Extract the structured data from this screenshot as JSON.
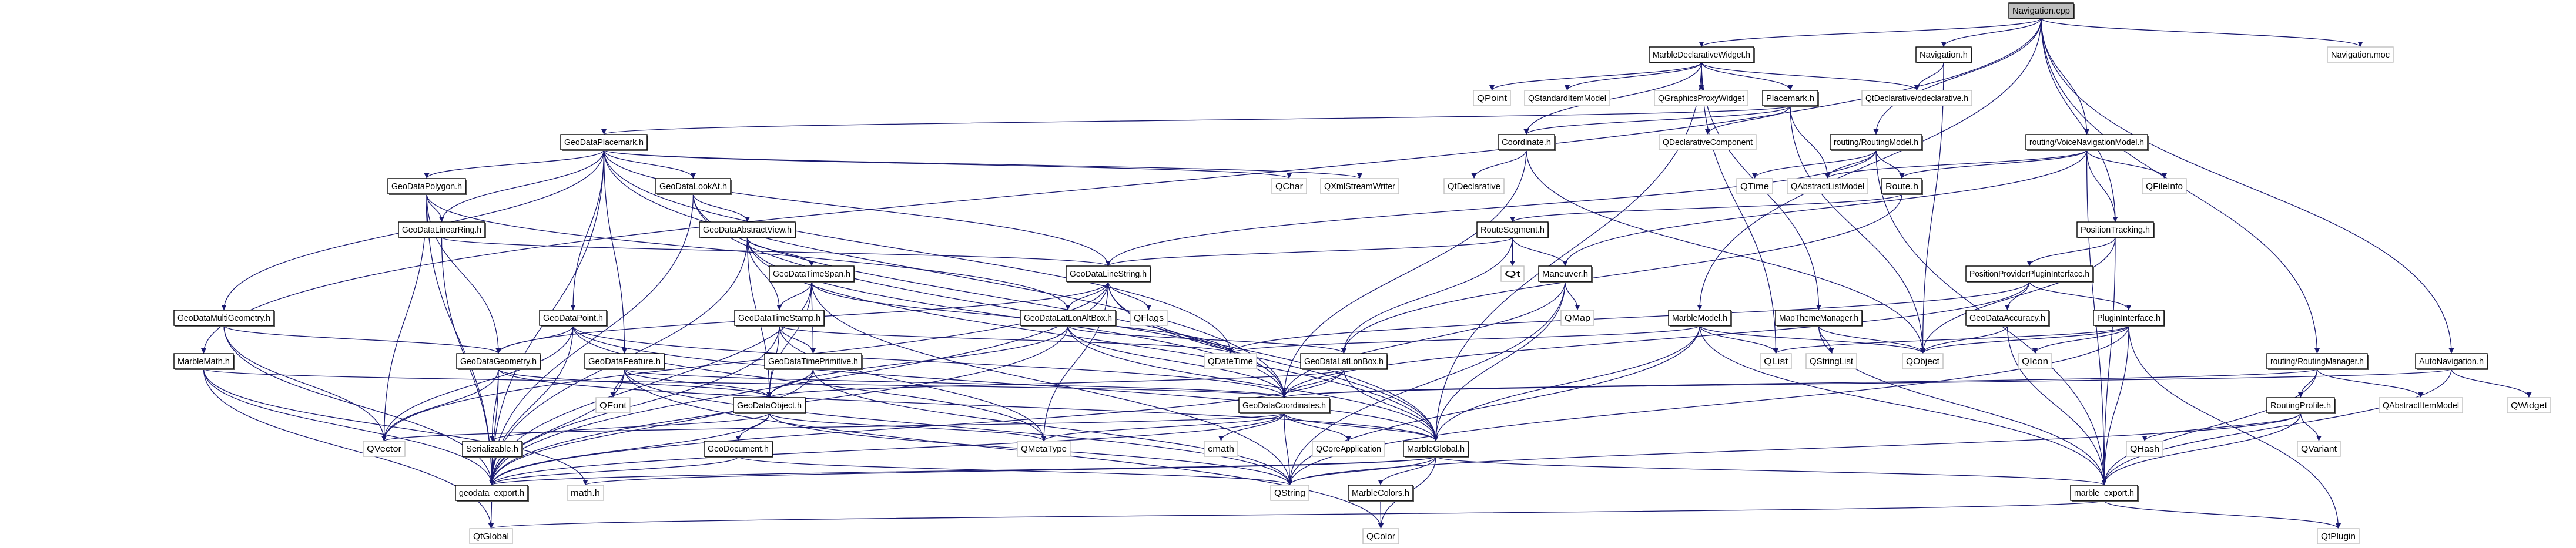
{
  "graph": {
    "root": "Navigation.cpp",
    "edge_color": "#191970",
    "root_fill": "#bfbfbf",
    "external_border": "#bfbfbf",
    "nodes": [
      {
        "label": "Navigation.cpp",
        "kind": "root"
      },
      {
        "label": "MarbleDeclarativeWidget.h",
        "kind": "header"
      },
      {
        "label": "Navigation.h",
        "kind": "header"
      },
      {
        "label": "Navigation.moc",
        "kind": "external"
      },
      {
        "label": "QPoint",
        "kind": "external"
      },
      {
        "label": "QStandardItemModel",
        "kind": "external"
      },
      {
        "label": "QGraphicsProxyWidget",
        "kind": "external"
      },
      {
        "label": "Placemark.h",
        "kind": "header"
      },
      {
        "label": "QtDeclarative/qdeclarative.h",
        "kind": "external"
      },
      {
        "label": "GeoDataPlacemark.h",
        "kind": "header"
      },
      {
        "label": "Coordinate.h",
        "kind": "header"
      },
      {
        "label": "QDeclarativeComponent",
        "kind": "external"
      },
      {
        "label": "routing/RoutingModel.h",
        "kind": "header"
      },
      {
        "label": "routing/VoiceNavigationModel.h",
        "kind": "header"
      },
      {
        "label": "GeoDataPolygon.h",
        "kind": "header"
      },
      {
        "label": "GeoDataLookAt.h",
        "kind": "header"
      },
      {
        "label": "QChar",
        "kind": "external"
      },
      {
        "label": "QXmlStreamWriter",
        "kind": "external"
      },
      {
        "label": "QtDeclarative",
        "kind": "external"
      },
      {
        "label": "QTime",
        "kind": "external"
      },
      {
        "label": "QAbstractListModel",
        "kind": "external"
      },
      {
        "label": "Route.h",
        "kind": "header"
      },
      {
        "label": "QFileInfo",
        "kind": "external"
      },
      {
        "label": "GeoDataLinearRing.h",
        "kind": "header"
      },
      {
        "label": "GeoDataAbstractView.h",
        "kind": "header"
      },
      {
        "label": "RouteSegment.h",
        "kind": "header"
      },
      {
        "label": "PositionTracking.h",
        "kind": "header"
      },
      {
        "label": "GeoDataTimeSpan.h",
        "kind": "header"
      },
      {
        "label": "GeoDataLineString.h",
        "kind": "header"
      },
      {
        "label": "Qt",
        "kind": "external"
      },
      {
        "label": "Maneuver.h",
        "kind": "header"
      },
      {
        "label": "PositionProviderPluginInterface.h",
        "kind": "header"
      },
      {
        "label": "GeoDataMultiGeometry.h",
        "kind": "header"
      },
      {
        "label": "GeoDataPoint.h",
        "kind": "header"
      },
      {
        "label": "GeoDataTimeStamp.h",
        "kind": "header"
      },
      {
        "label": "GeoDataLatLonAltBox.h",
        "kind": "header"
      },
      {
        "label": "QFlags",
        "kind": "external"
      },
      {
        "label": "QMap",
        "kind": "external"
      },
      {
        "label": "MarbleModel.h",
        "kind": "header"
      },
      {
        "label": "MapThemeManager.h",
        "kind": "header"
      },
      {
        "label": "GeoDataAccuracy.h",
        "kind": "header"
      },
      {
        "label": "PluginInterface.h",
        "kind": "header"
      },
      {
        "label": "MarbleMath.h",
        "kind": "header"
      },
      {
        "label": "GeoDataGeometry.h",
        "kind": "header"
      },
      {
        "label": "GeoDataFeature.h",
        "kind": "header"
      },
      {
        "label": "GeoDataTimePrimitive.h",
        "kind": "header"
      },
      {
        "label": "QDateTime",
        "kind": "external"
      },
      {
        "label": "GeoDataLatLonBox.h",
        "kind": "header"
      },
      {
        "label": "QList",
        "kind": "external"
      },
      {
        "label": "QStringList",
        "kind": "external"
      },
      {
        "label": "QObject",
        "kind": "external"
      },
      {
        "label": "QIcon",
        "kind": "external"
      },
      {
        "label": "routing/RoutingManager.h",
        "kind": "header"
      },
      {
        "label": "AutoNavigation.h",
        "kind": "header"
      },
      {
        "label": "QFont",
        "kind": "external"
      },
      {
        "label": "GeoDataObject.h",
        "kind": "header"
      },
      {
        "label": "GeoDataCoordinates.h",
        "kind": "header"
      },
      {
        "label": "RoutingProfile.h",
        "kind": "header"
      },
      {
        "label": "QAbstractItemModel",
        "kind": "external"
      },
      {
        "label": "QWidget",
        "kind": "external"
      },
      {
        "label": "QVector",
        "kind": "external"
      },
      {
        "label": "Serializable.h",
        "kind": "header"
      },
      {
        "label": "GeoDocument.h",
        "kind": "header"
      },
      {
        "label": "QMetaType",
        "kind": "external"
      },
      {
        "label": "cmath",
        "kind": "external"
      },
      {
        "label": "QCoreApplication",
        "kind": "external"
      },
      {
        "label": "MarbleGlobal.h",
        "kind": "header"
      },
      {
        "label": "QHash",
        "kind": "external"
      },
      {
        "label": "QVariant",
        "kind": "external"
      },
      {
        "label": "geodata_export.h",
        "kind": "header"
      },
      {
        "label": "math.h",
        "kind": "external"
      },
      {
        "label": "QString",
        "kind": "external"
      },
      {
        "label": "MarbleColors.h",
        "kind": "header"
      },
      {
        "label": "marble_export.h",
        "kind": "header"
      },
      {
        "label": "QtGlobal",
        "kind": "external"
      },
      {
        "label": "QColor",
        "kind": "external"
      },
      {
        "label": "QtPlugin",
        "kind": "external"
      }
    ],
    "edges": [
      [
        "Navigation.cpp",
        "MarbleDeclarativeWidget.h"
      ],
      [
        "Navigation.cpp",
        "Navigation.h"
      ],
      [
        "Navigation.cpp",
        "Navigation.moc"
      ],
      [
        "Navigation.cpp",
        "routing/RoutingModel.h"
      ],
      [
        "Navigation.cpp",
        "routing/VoiceNavigationModel.h"
      ],
      [
        "Navigation.cpp",
        "PositionTracking.h"
      ],
      [
        "Navigation.cpp",
        "routing/RoutingManager.h"
      ],
      [
        "Navigation.cpp",
        "AutoNavigation.h"
      ],
      [
        "Navigation.cpp",
        "MarbleModel.h"
      ],
      [
        "Navigation.cpp",
        "MarbleMath.h"
      ],
      [
        "Navigation.h",
        "QtDeclarative/qdeclarative.h"
      ],
      [
        "Navigation.h",
        "QObject"
      ],
      [
        "MarbleDeclarativeWidget.h",
        "QPoint"
      ],
      [
        "MarbleDeclarativeWidget.h",
        "QStandardItemModel"
      ],
      [
        "MarbleDeclarativeWidget.h",
        "QGraphicsProxyWidget"
      ],
      [
        "MarbleDeclarativeWidget.h",
        "Placemark.h"
      ],
      [
        "MarbleDeclarativeWidget.h",
        "QtDeclarative/qdeclarative.h"
      ],
      [
        "MarbleDeclarativeWidget.h",
        "Coordinate.h"
      ],
      [
        "MarbleDeclarativeWidget.h",
        "QList"
      ],
      [
        "MarbleDeclarativeWidget.h",
        "MapThemeManager.h"
      ],
      [
        "MarbleDeclarativeWidget.h",
        "MarbleGlobal.h"
      ],
      [
        "Placemark.h",
        "GeoDataPlacemark.h"
      ],
      [
        "Placemark.h",
        "Coordinate.h"
      ],
      [
        "Placemark.h",
        "QDeclarativeComponent"
      ],
      [
        "Placemark.h",
        "QAbstractListModel"
      ],
      [
        "Placemark.h",
        "QObject"
      ],
      [
        "Coordinate.h",
        "QtDeclarative"
      ],
      [
        "Coordinate.h",
        "GeoDataCoordinates.h"
      ],
      [
        "Coordinate.h",
        "QObject"
      ],
      [
        "routing/RoutingModel.h",
        "QTime"
      ],
      [
        "routing/RoutingModel.h",
        "QAbstractListModel"
      ],
      [
        "routing/RoutingModel.h",
        "Route.h"
      ],
      [
        "routing/RoutingModel.h",
        "marble_export.h"
      ],
      [
        "routing/RoutingModel.h",
        "GeoDataLineString.h"
      ],
      [
        "routing/VoiceNavigationModel.h",
        "QFileInfo"
      ],
      [
        "routing/VoiceNavigationModel.h",
        "PositionTracking.h"
      ],
      [
        "routing/VoiceNavigationModel.h",
        "QAbstractListModel"
      ],
      [
        "routing/VoiceNavigationModel.h",
        "Route.h"
      ],
      [
        "routing/VoiceNavigationModel.h",
        "Maneuver.h"
      ],
      [
        "routing/VoiceNavigationModel.h",
        "marble_export.h"
      ],
      [
        "Route.h",
        "RouteSegment.h"
      ],
      [
        "Route.h",
        "GeoDataLatLonBox.h"
      ],
      [
        "RouteSegment.h",
        "Qt"
      ],
      [
        "RouteSegment.h",
        "Maneuver.h"
      ],
      [
        "RouteSegment.h",
        "GeoDataLineString.h"
      ],
      [
        "RouteSegment.h",
        "GeoDataLatLonBox.h"
      ],
      [
        "Maneuver.h",
        "QMap"
      ],
      [
        "Maneuver.h",
        "GeoDataCoordinates.h"
      ],
      [
        "Maneuver.h",
        "MarbleGlobal.h"
      ],
      [
        "Maneuver.h",
        "QString"
      ],
      [
        "PositionTracking.h",
        "PositionProviderPluginInterface.h"
      ],
      [
        "PositionTracking.h",
        "QObject"
      ],
      [
        "PositionTracking.h",
        "marble_export.h"
      ],
      [
        "PositionProviderPluginInterface.h",
        "GeoDataAccuracy.h"
      ],
      [
        "PositionProviderPluginInterface.h",
        "PluginInterface.h"
      ],
      [
        "PositionProviderPluginInterface.h",
        "GeoDataCoordinates.h"
      ],
      [
        "PositionProviderPluginInterface.h",
        "QDateTime"
      ],
      [
        "GeoDataAccuracy.h",
        "QObject"
      ],
      [
        "GeoDataAccuracy.h",
        "marble_export.h"
      ],
      [
        "PluginInterface.h",
        "QIcon"
      ],
      [
        "PluginInterface.h",
        "QObject"
      ],
      [
        "PluginInterface.h",
        "QList"
      ],
      [
        "PluginInterface.h",
        "QString"
      ],
      [
        "PluginInterface.h",
        "QtPlugin"
      ],
      [
        "PluginInterface.h",
        "marble_export.h"
      ],
      [
        "routing/RoutingManager.h",
        "RoutingProfile.h"
      ],
      [
        "routing/RoutingManager.h",
        "QAbstractItemModel"
      ],
      [
        "routing/RoutingManager.h",
        "marble_export.h"
      ],
      [
        "routing/RoutingManager.h",
        "GeoDataCoordinates.h"
      ],
      [
        "AutoNavigation.h",
        "QWidget"
      ],
      [
        "AutoNavigation.h",
        "marble_export.h"
      ],
      [
        "AutoNavigation.h",
        "GeoDataCoordinates.h"
      ],
      [
        "RoutingProfile.h",
        "QHash"
      ],
      [
        "RoutingProfile.h",
        "QVariant"
      ],
      [
        "RoutingProfile.h",
        "marble_export.h"
      ],
      [
        "RoutingProfile.h",
        "QString"
      ],
      [
        "MarbleModel.h",
        "QList"
      ],
      [
        "MarbleModel.h",
        "QObject"
      ],
      [
        "MarbleModel.h",
        "MarbleGlobal.h"
      ],
      [
        "MarbleModel.h",
        "QString"
      ],
      [
        "MarbleModel.h",
        "QDateTime"
      ],
      [
        "MarbleModel.h",
        "marble_export.h"
      ],
      [
        "MapThemeManager.h",
        "QStringList"
      ],
      [
        "MapThemeManager.h",
        "QObject"
      ],
      [
        "MapThemeManager.h",
        "marble_export.h"
      ],
      [
        "MarbleGlobal.h",
        "QString"
      ],
      [
        "MarbleGlobal.h",
        "MarbleColors.h"
      ],
      [
        "MarbleGlobal.h",
        "QColor"
      ],
      [
        "MarbleGlobal.h",
        "marble_export.h"
      ],
      [
        "MarbleGlobal.h",
        "geodata_export.h"
      ],
      [
        "MarbleGlobal.h",
        "math.h"
      ],
      [
        "MarbleColors.h",
        "QColor"
      ],
      [
        "marble_export.h",
        "QtPlugin"
      ],
      [
        "marble_export.h",
        "QtGlobal"
      ],
      [
        "geodata_export.h",
        "QtGlobal"
      ],
      [
        "GeoDataPlacemark.h",
        "GeoDataPolygon.h"
      ],
      [
        "GeoDataPlacemark.h",
        "GeoDataLinearRing.h"
      ],
      [
        "GeoDataPlacemark.h",
        "GeoDataLookAt.h"
      ],
      [
        "GeoDataPlacemark.h",
        "GeoDataPoint.h"
      ],
      [
        "GeoDataPlacemark.h",
        "GeoDataMultiGeometry.h"
      ],
      [
        "GeoDataPlacemark.h",
        "GeoDataFeature.h"
      ],
      [
        "GeoDataPlacemark.h",
        "GeoDataLineString.h"
      ],
      [
        "GeoDataPlacemark.h",
        "QChar"
      ],
      [
        "GeoDataPlacemark.h",
        "QXmlStreamWriter"
      ],
      [
        "GeoDataPlacemark.h",
        "QDateTime"
      ],
      [
        "GeoDataPlacemark.h",
        "geodata_export.h"
      ],
      [
        "GeoDataPlacemark.h",
        "GeoDataCoordinates.h"
      ],
      [
        "GeoDataPolygon.h",
        "GeoDataLinearRing.h"
      ],
      [
        "GeoDataPolygon.h",
        "QVector"
      ],
      [
        "GeoDataPolygon.h",
        "GeoDataGeometry.h"
      ],
      [
        "GeoDataPolygon.h",
        "geodata_export.h"
      ],
      [
        "GeoDataPolygon.h",
        "GeoDataLatLonAltBox.h"
      ],
      [
        "GeoDataLinearRing.h",
        "GeoDataLineString.h"
      ],
      [
        "GeoDataLinearRing.h",
        "geodata_export.h"
      ],
      [
        "GeoDataLookAt.h",
        "GeoDataAbstractView.h"
      ],
      [
        "GeoDataLookAt.h",
        "GeoDataCoordinates.h"
      ],
      [
        "GeoDataLookAt.h",
        "geodata_export.h"
      ],
      [
        "GeoDataLookAt.h",
        "MarbleGlobal.h"
      ],
      [
        "GeoDataAbstractView.h",
        "GeoDataTimeSpan.h"
      ],
      [
        "GeoDataAbstractView.h",
        "GeoDataTimeStamp.h"
      ],
      [
        "GeoDataAbstractView.h",
        "GeoDataObject.h"
      ],
      [
        "GeoDataAbstractView.h",
        "GeoDataCoordinates.h"
      ],
      [
        "GeoDataAbstractView.h",
        "MarbleGlobal.h"
      ],
      [
        "GeoDataAbstractView.h",
        "geodata_export.h"
      ],
      [
        "GeoDataTimeSpan.h",
        "GeoDataTimeStamp.h"
      ],
      [
        "GeoDataTimeSpan.h",
        "GeoDataTimePrimitive.h"
      ],
      [
        "GeoDataTimeSpan.h",
        "GeoDataObject.h"
      ],
      [
        "GeoDataTimeSpan.h",
        "QDateTime"
      ],
      [
        "GeoDataTimeSpan.h",
        "QString"
      ],
      [
        "GeoDataTimeSpan.h",
        "geodata_export.h"
      ],
      [
        "GeoDataTimeStamp.h",
        "GeoDataTimePrimitive.h"
      ],
      [
        "GeoDataTimeStamp.h",
        "GeoDataObject.h"
      ],
      [
        "GeoDataTimeStamp.h",
        "QDateTime"
      ],
      [
        "GeoDataTimeStamp.h",
        "QMetaType"
      ],
      [
        "GeoDataTimeStamp.h",
        "geodata_export.h"
      ],
      [
        "GeoDataTimePrimitive.h",
        "GeoDataObject.h"
      ],
      [
        "GeoDataTimePrimitive.h",
        "QString"
      ],
      [
        "GeoDataTimePrimitive.h",
        "geodata_export.h"
      ],
      [
        "GeoDataLineString.h",
        "GeoDataLatLonAltBox.h"
      ],
      [
        "GeoDataLineString.h",
        "QFlags"
      ],
      [
        "GeoDataLineString.h",
        "QVector"
      ],
      [
        "GeoDataLineString.h",
        "QMetaType"
      ],
      [
        "GeoDataLineString.h",
        "GeoDataGeometry.h"
      ],
      [
        "GeoDataLineString.h",
        "GeoDataCoordinates.h"
      ],
      [
        "GeoDataLineString.h",
        "MarbleGlobal.h"
      ],
      [
        "GeoDataLineString.h",
        "geodata_export.h"
      ],
      [
        "GeoDataLatLonAltBox.h",
        "GeoDataLatLonBox.h"
      ],
      [
        "GeoDataLatLonAltBox.h",
        "GeoDataObject.h"
      ],
      [
        "GeoDataLatLonAltBox.h",
        "GeoDataCoordinates.h"
      ],
      [
        "GeoDataLatLonAltBox.h",
        "MarbleGlobal.h"
      ],
      [
        "GeoDataLatLonAltBox.h",
        "geodata_export.h"
      ],
      [
        "GeoDataLatLonBox.h",
        "GeoDataCoordinates.h"
      ],
      [
        "GeoDataLatLonBox.h",
        "MarbleGlobal.h"
      ],
      [
        "GeoDataLatLonBox.h",
        "GeoDataObject.h"
      ],
      [
        "GeoDataLatLonBox.h",
        "geodata_export.h"
      ],
      [
        "GeoDataMultiGeometry.h",
        "GeoDataGeometry.h"
      ],
      [
        "GeoDataMultiGeometry.h",
        "QVector"
      ],
      [
        "GeoDataMultiGeometry.h",
        "geodata_export.h"
      ],
      [
        "GeoDataPoint.h",
        "GeoDataGeometry.h"
      ],
      [
        "GeoDataPoint.h",
        "QVector"
      ],
      [
        "GeoDataPoint.h",
        "GeoDataCoordinates.h"
      ],
      [
        "GeoDataPoint.h",
        "MarbleGlobal.h"
      ],
      [
        "GeoDataPoint.h",
        "QMetaType"
      ],
      [
        "GeoDataPoint.h",
        "geodata_export.h"
      ],
      [
        "MarbleMath.h",
        "GeoDataCoordinates.h"
      ],
      [
        "MarbleMath.h",
        "math.h"
      ],
      [
        "MarbleMath.h",
        "QtGlobal"
      ],
      [
        "MarbleMath.h",
        "geodata_export.h"
      ],
      [
        "GeoDataGeometry.h",
        "Serializable.h"
      ],
      [
        "GeoDataGeometry.h",
        "GeoDataObject.h"
      ],
      [
        "GeoDataGeometry.h",
        "MarbleGlobal.h"
      ],
      [
        "GeoDataGeometry.h",
        "geodata_export.h"
      ],
      [
        "GeoDataGeometry.h",
        "QVector"
      ],
      [
        "GeoDataFeature.h",
        "QFont"
      ],
      [
        "GeoDataFeature.h",
        "GeoDataObject.h"
      ],
      [
        "GeoDataFeature.h",
        "QColor"
      ],
      [
        "GeoDataFeature.h",
        "QString"
      ],
      [
        "GeoDataFeature.h",
        "geodata_export.h"
      ],
      [
        "GeoDataFeature.h",
        "GeoDataCoordinates.h"
      ],
      [
        "GeoDataObject.h",
        "GeoDocument.h"
      ],
      [
        "GeoDataObject.h",
        "Serializable.h"
      ],
      [
        "GeoDataObject.h",
        "QMetaType"
      ],
      [
        "GeoDataObject.h",
        "QString"
      ],
      [
        "GeoDataObject.h",
        "geodata_export.h"
      ],
      [
        "GeoDocument.h",
        "QString"
      ],
      [
        "GeoDocument.h",
        "geodata_export.h"
      ],
      [
        "GeoDataCoordinates.h",
        "QCoreApplication"
      ],
      [
        "GeoDataCoordinates.h",
        "cmath"
      ],
      [
        "GeoDataCoordinates.h",
        "MarbleGlobal.h"
      ],
      [
        "GeoDataCoordinates.h",
        "QString"
      ],
      [
        "GeoDataCoordinates.h",
        "QMetaType"
      ],
      [
        "GeoDataCoordinates.h",
        "QVector"
      ],
      [
        "GeoDataCoordinates.h",
        "geodata_export.h"
      ]
    ]
  }
}
